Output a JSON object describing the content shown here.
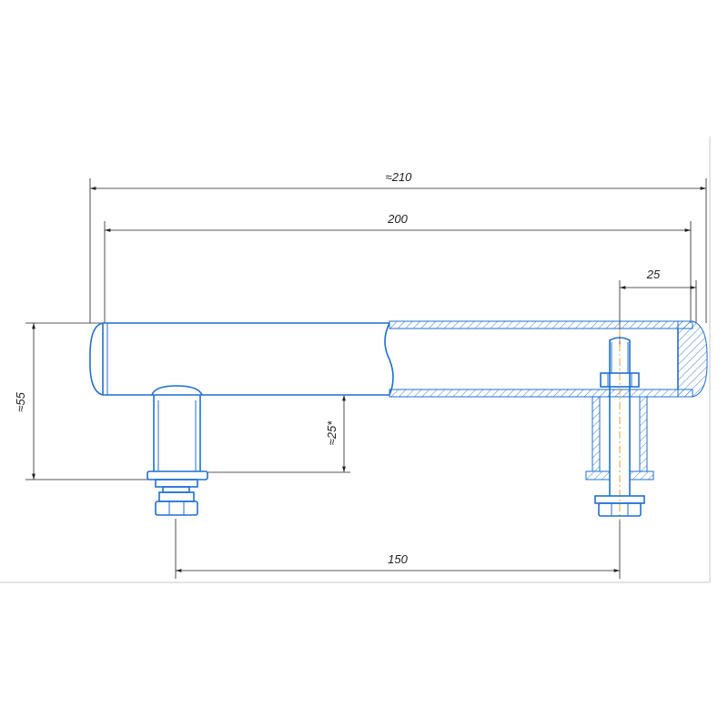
{
  "drawing": {
    "dimensions": {
      "overall_length": "≈210",
      "bar_length": "200",
      "end_offset": "25",
      "height": "≈55",
      "leg_height": "≈25*",
      "hole_spacing": "150"
    },
    "colors": {
      "part_outline": "#1f6fd1",
      "dimension_lines": "#222222",
      "center_axis": "#f0a030"
    }
  }
}
